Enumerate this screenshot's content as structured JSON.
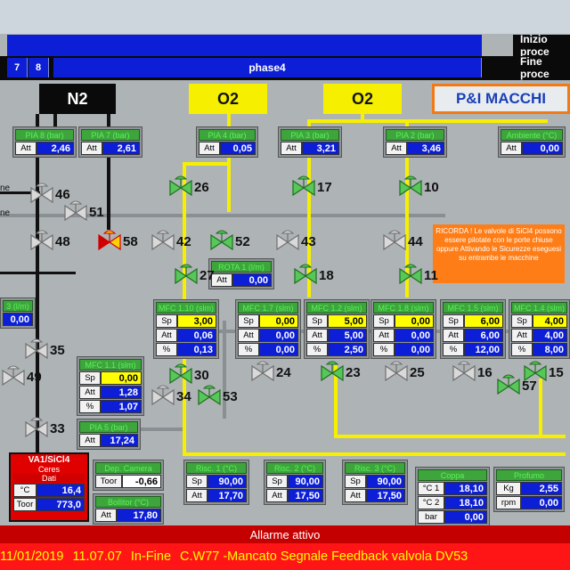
{
  "header": {
    "steps": [
      "7",
      "8"
    ],
    "phase": "phase4",
    "start_label": "Inizio proce",
    "end_label": "Fine proce"
  },
  "gases": {
    "n2": "N2",
    "o2_a": "O2",
    "o2_b": "O2",
    "pi": "P&I MACCHI"
  },
  "pressure_panels": [
    {
      "title": "PIA 8 (bar)",
      "label": "Att",
      "value": "2,46"
    },
    {
      "title": "PIA 7 (bar)",
      "label": "Att",
      "value": "2,61"
    },
    {
      "title": "PIA 4 (bar)",
      "label": "Att",
      "value": "0,05"
    },
    {
      "title": "PIA 3 (bar)",
      "label": "Att",
      "value": "3,21"
    },
    {
      "title": "PIA 2 (bar)",
      "label": "Att",
      "value": "3,46"
    },
    {
      "title": "Ambiente (°C)",
      "label": "Att",
      "value": "0,00"
    }
  ],
  "rota": {
    "title": "ROTA 1 (l/m)",
    "label": "Att",
    "value": "0,00"
  },
  "left_flow": {
    "title": "3 (l/m)",
    "value": "0,00"
  },
  "mfc_panels": [
    {
      "title": "MFC 1.10 (slm)",
      "sp": "3,00",
      "att": "0,06",
      "pct": "0,13"
    },
    {
      "title": "MFC 1.7 (slm)",
      "sp": "0,00",
      "att": "0,00",
      "pct": "0,00"
    },
    {
      "title": "MFC 1.2 (slm)",
      "sp": "5,00",
      "att": "5,00",
      "pct": "2,50"
    },
    {
      "title": "MFC 1.8 (slm)",
      "sp": "0,00",
      "att": "0,00",
      "pct": "0,00"
    },
    {
      "title": "MFC 1.5 (slm)",
      "sp": "6,00",
      "att": "6,00",
      "pct": "12,00"
    },
    {
      "title": "MFC 1.4 (slm)",
      "sp": "4,00",
      "att": "4,00",
      "pct": "8,00"
    }
  ],
  "mfc_row_labels": {
    "sp": "Sp",
    "att": "Att",
    "pct": "%"
  },
  "mfc_11": {
    "title": "MFC 1.1 (slm)",
    "sp": "0,00",
    "att": "1,28",
    "pct": "1,07"
  },
  "pia5": {
    "title": "PIA 5 (bar)",
    "label": "Att",
    "value": "17,24"
  },
  "va1": {
    "title": "VA1/SiCl4",
    "sub": "Ceres",
    "dati": "Dati",
    "c_label": "°C",
    "c_value": "16,4",
    "toor_label": "Toor",
    "toor_value": "773,0"
  },
  "dep_camera": {
    "title": "Dep. Camera",
    "label": "Toor",
    "value": "-0,66"
  },
  "bolla": {
    "title": "Bollitor (°C)",
    "label": "Att",
    "value": "17,80"
  },
  "risc": [
    {
      "title": "Risc. 1 (°C)",
      "sp": "90,00",
      "att": "17,70"
    },
    {
      "title": "Risc. 2 (°C)",
      "sp": "90,00",
      "att": "17,50"
    },
    {
      "title": "Risc. 3 (°C)",
      "sp": "90,00",
      "att": "17,50"
    }
  ],
  "coppa": {
    "title": "Coppa",
    "rows": [
      {
        "l": "°C 1",
        "v": "18,10"
      },
      {
        "l": "°C 2",
        "v": "18,10"
      },
      {
        "l": "bar",
        "v": "0,00"
      }
    ]
  },
  "profumo": {
    "title": "Profumo",
    "rows": [
      {
        "l": "Kg",
        "v": "2,55"
      },
      {
        "l": "rpm",
        "v": "0,00"
      }
    ]
  },
  "note": {
    "text": "RICORDA ! Le valvole di SiCl4 possono essere pilotate con le porte chiuse oppure Attivando le Sicurezze eseguesi su entrambe le macchine"
  },
  "valves": [
    "46",
    "51",
    "48",
    "58",
    "26",
    "52",
    "42",
    "27",
    "17",
    "43",
    "18",
    "10",
    "44",
    "11",
    "35",
    "49",
    "30",
    "34",
    "53",
    "24",
    "23",
    "25",
    "16",
    "15",
    "57",
    "33"
  ],
  "line_labels": {
    "ne_a": "ne",
    "ne_b": "ne"
  },
  "alarm": {
    "title": "Allarme attivo",
    "date": "11/01/2019",
    "time": "11.07.07",
    "state": "In-Fine",
    "message": "C.W77 -Mancato Segnale Feedback valvola DV53"
  },
  "colors": {
    "blue": "#0d1fd6",
    "yellow": "#ffff00",
    "alarm": "#ff1515",
    "panel_green": "#3da53c",
    "pi_border": "#f07a14"
  }
}
